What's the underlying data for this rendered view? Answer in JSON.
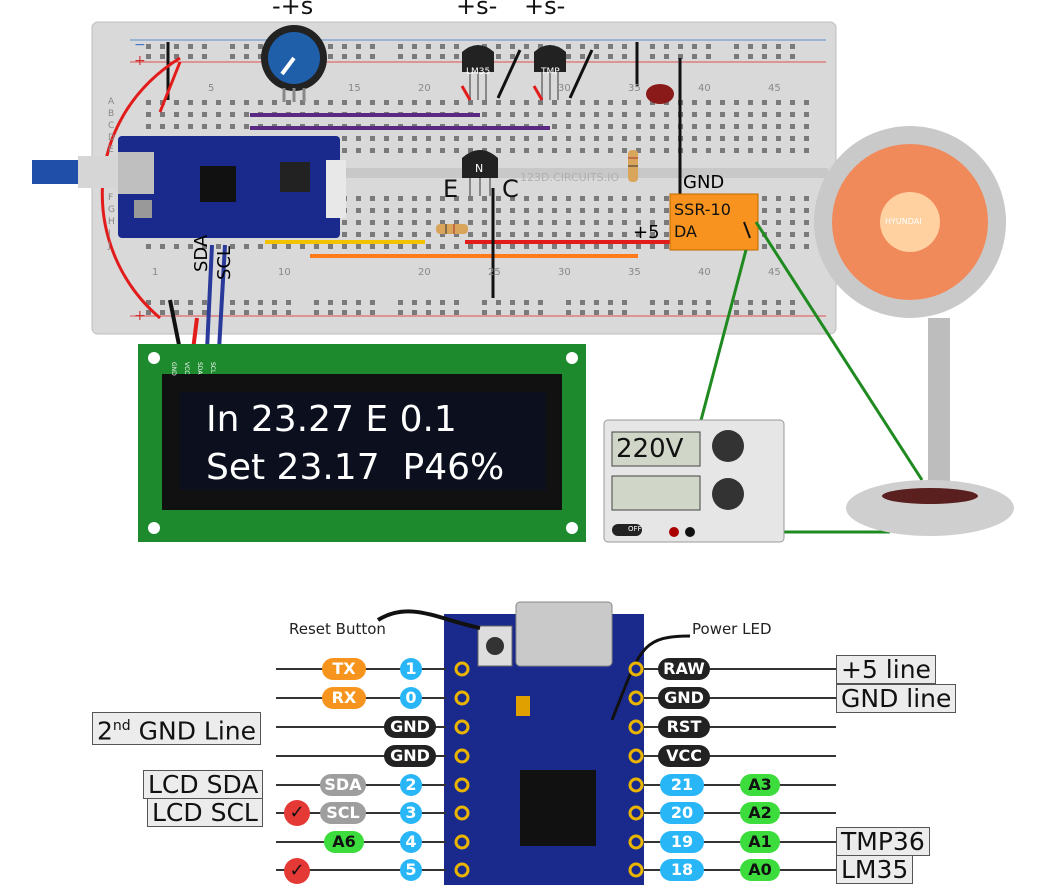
{
  "top_labels": {
    "pot": "-+s",
    "lm35": "+s-",
    "tmp": "+s-",
    "transistor_e": "E",
    "transistor_c": "C",
    "sda": "SDA",
    "scl": "SCL",
    "gnd": "GND",
    "plus5": "+5"
  },
  "breadboard": {
    "watermark": "123D.CIRCUITS.IO",
    "rows": [
      "A",
      "B",
      "C",
      "D",
      "E",
      "F",
      "G",
      "H",
      "I",
      "J"
    ],
    "col_numbers_top": [
      "5",
      "15",
      "20",
      "30",
      "35",
      "40",
      "45"
    ],
    "col_numbers_bottom": [
      "1",
      "10",
      "20",
      "25",
      "30",
      "35",
      "40",
      "45"
    ],
    "minus": "−",
    "plus": "+"
  },
  "components": {
    "lm35_label": "LM35",
    "tmp_label": "TMP",
    "transistor_label": "N",
    "ssr_line1": "SSR-10",
    "ssr_line2": "DA",
    "heater_brand": "HYUNDAI"
  },
  "lcd": {
    "line1": "In 23.27 E 0.1",
    "line2": "Set 23.17  P46%",
    "pins": [
      "GND",
      "VCC",
      "SDA",
      "SCL"
    ]
  },
  "power_supply": {
    "display": "220V",
    "off": "OFF"
  },
  "pinout": {
    "reset_button": "Reset Button",
    "power_led": "Power LED",
    "left_pins": [
      {
        "name": "TX",
        "num": "1",
        "color": "orange"
      },
      {
        "name": "RX",
        "num": "0",
        "color": "orange"
      },
      {
        "name": "GND",
        "num": "",
        "color": "black"
      },
      {
        "name": "GND",
        "num": "",
        "color": "black"
      },
      {
        "name": "SDA",
        "num": "2",
        "color": "gray"
      },
      {
        "name": "SCL",
        "num": "3",
        "color": "gray"
      },
      {
        "name": "A6",
        "num": "4",
        "color": "green"
      },
      {
        "name": "",
        "num": "5",
        "color": ""
      }
    ],
    "right_pins": [
      {
        "name": "RAW",
        "num": "",
        "analog": ""
      },
      {
        "name": "GND",
        "num": "",
        "analog": ""
      },
      {
        "name": "RST",
        "num": "",
        "analog": ""
      },
      {
        "name": "VCC",
        "num": "",
        "analog": ""
      },
      {
        "name": "",
        "num": "21",
        "analog": "A3"
      },
      {
        "name": "",
        "num": "20",
        "analog": "A2"
      },
      {
        "name": "",
        "num": "19",
        "analog": "A1"
      },
      {
        "name": "",
        "num": "18",
        "analog": "A0"
      }
    ],
    "left_callouts": {
      "gnd2_sup": "nd",
      "gnd2_pre": "2",
      "gnd2_post": " GND Line",
      "lcd_sda": "LCD SDA",
      "lcd_scl": "LCD SCL"
    },
    "right_callouts": {
      "plus5_line": "+5 line",
      "gnd_line": "GND line",
      "tmp36": "TMP36",
      "lm35": "LM35"
    },
    "checkmark": "✓"
  },
  "colors": {
    "breadboard": "#d9d9d9",
    "lcd_pcb": "#1e8a2e",
    "lcd_screen": "#0b0f1e",
    "board_blue": "#1a2a8c",
    "ssr_orange": "#f7931e",
    "wire_red": "#e21b1b",
    "wire_green": "#1f8a1f",
    "wire_purple": "#5a2a82",
    "wire_yellow": "#f2c200",
    "wire_orange": "#ff7a1a"
  }
}
